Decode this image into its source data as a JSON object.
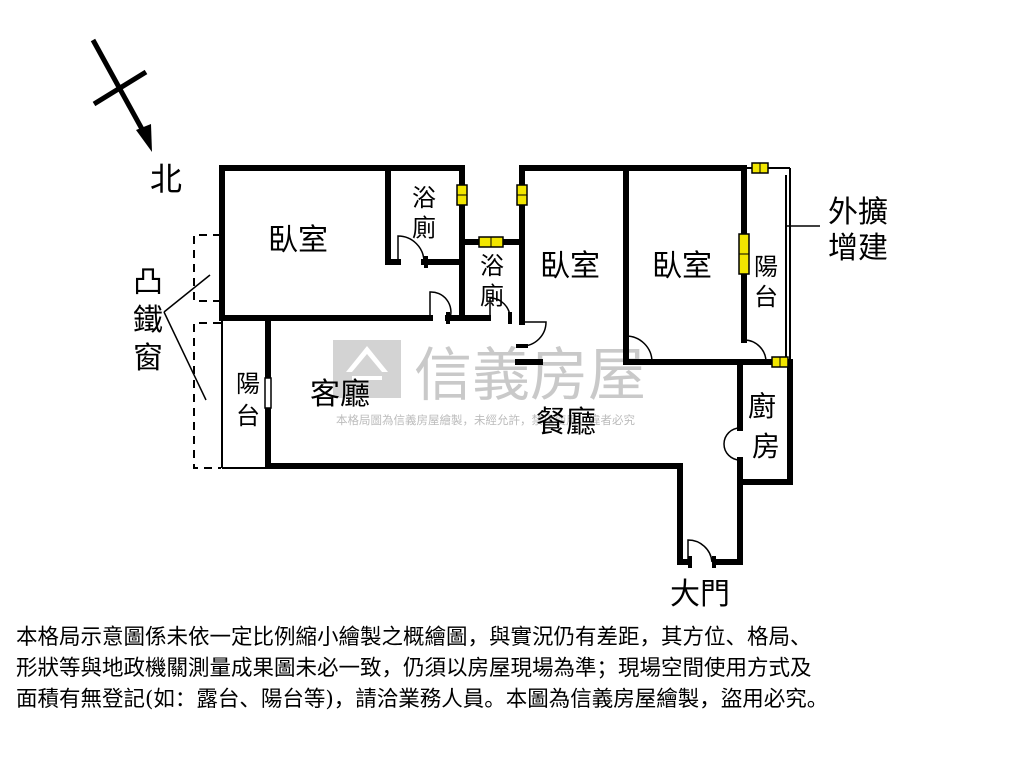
{
  "compass": {
    "north_label": "北"
  },
  "rooms": {
    "bedroom_1": "臥室",
    "bathroom_1": [
      "浴",
      "廁"
    ],
    "bathroom_2": [
      "浴",
      "廁"
    ],
    "bedroom_2": "臥室",
    "bedroom_3": "臥室",
    "balcony_right": [
      "陽",
      "台"
    ],
    "balcony_left": [
      "陽",
      "台"
    ],
    "living_room": "客廳",
    "dining_room": "餐廳",
    "kitchen": [
      "廚",
      "房"
    ],
    "main_door": "大門"
  },
  "annotations": {
    "bay_window": [
      "凸",
      "鐵",
      "窗"
    ],
    "extension": [
      "外擴",
      "增建"
    ]
  },
  "watermark": {
    "brand": "信義房屋",
    "notice": "本格局圖為信義房屋繪製，未經允許，禁止使用，違者必究"
  },
  "disclaimer": [
    "本格局示意圖係未依一定比例縮小繪製之概繪圖，與實況仍有差距，其方位、格局、",
    "形狀等與地政機關測量成果圖未必一致，仍須以房屋現場為準；現場空間使用方式及",
    "面積有無登記(如：露台、陽台等)，請洽業務人員。本圖為信義房屋繪製，盜用必究。"
  ],
  "colors": {
    "wall": "#000000",
    "window": "#f2e600",
    "watermark": "#c8c8c8"
  }
}
